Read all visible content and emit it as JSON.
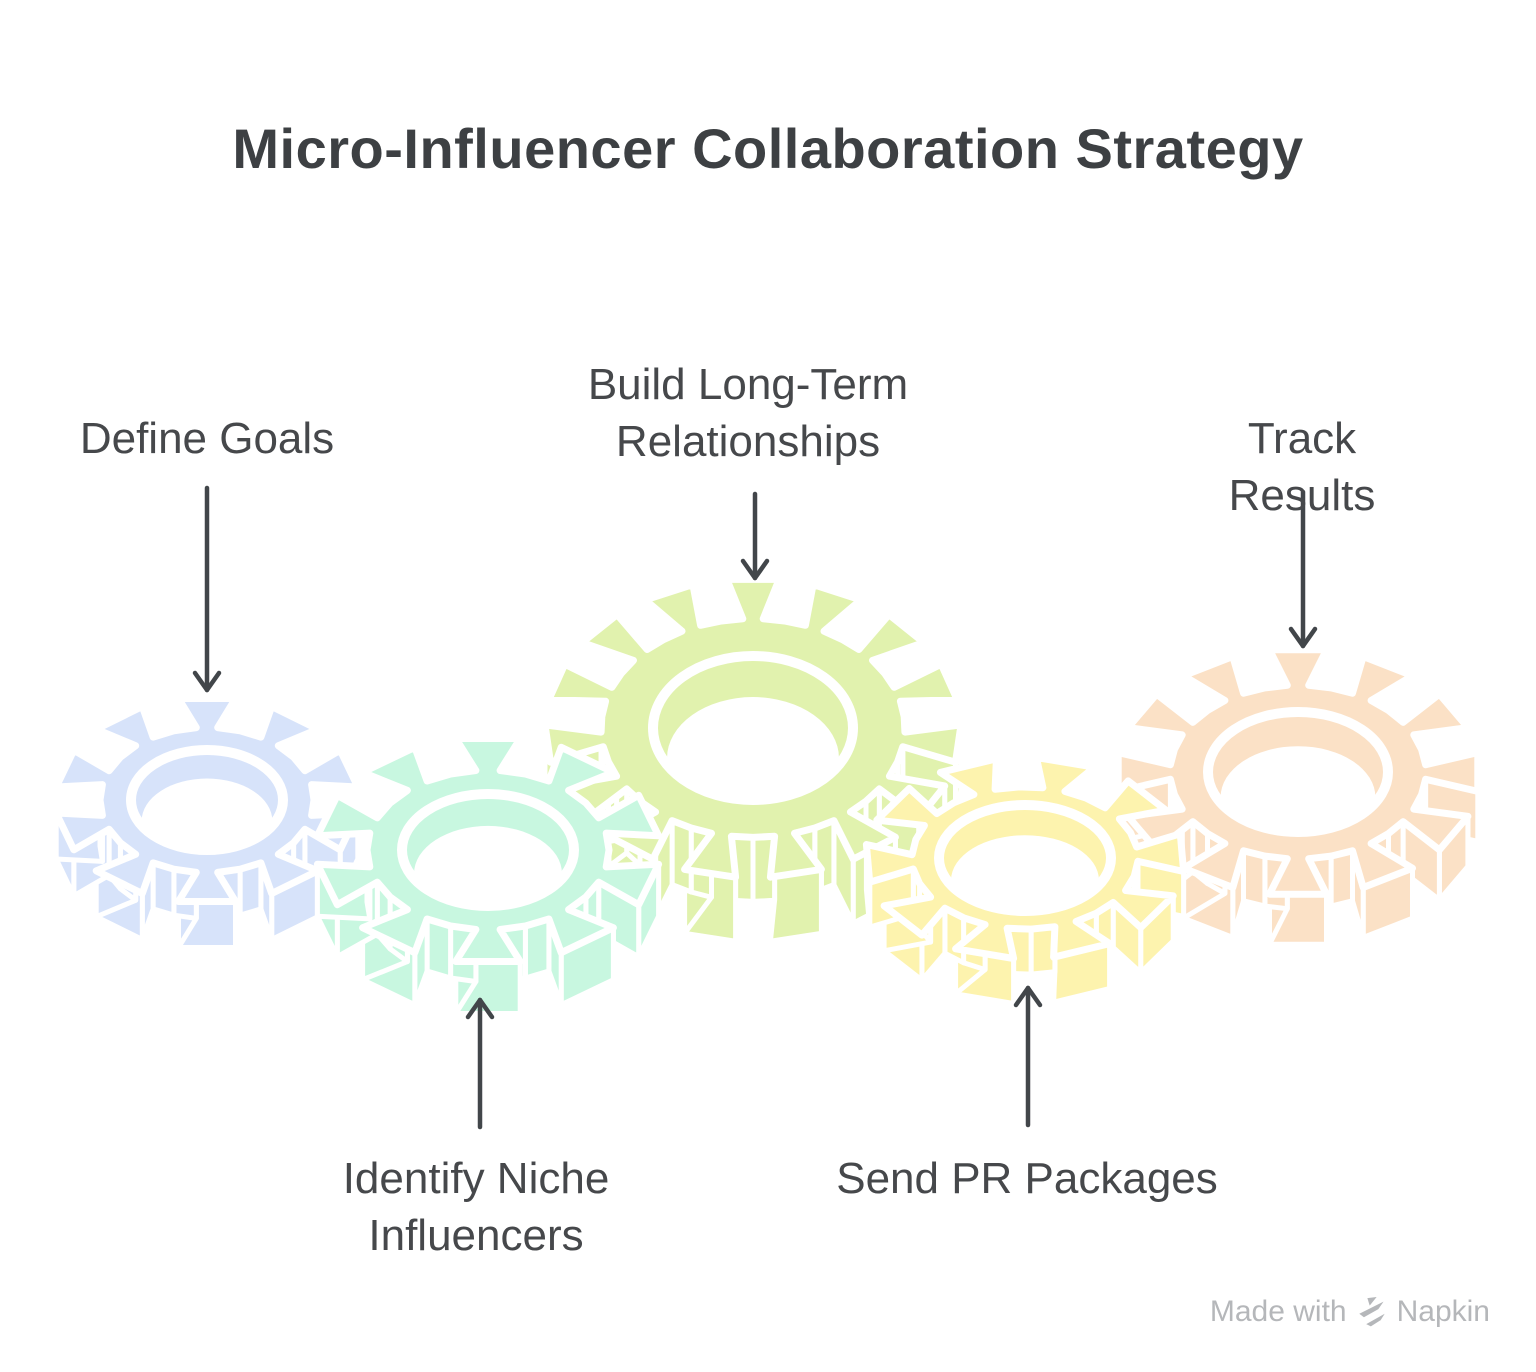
{
  "title": "Micro-Influencer Collaboration Strategy",
  "steps": [
    {
      "id": "define-goals",
      "label": "Define Goals",
      "arrow_direction": "down",
      "gear_color": "#d7e3fa"
    },
    {
      "id": "identify-niche-influencers",
      "label": "Identify Niche\nInfluencers",
      "arrow_direction": "up",
      "gear_color": "#c8f7e0"
    },
    {
      "id": "build-long-term-relationships",
      "label": "Build Long-Term\nRelationships",
      "arrow_direction": "down",
      "gear_color": "#e1f2ae"
    },
    {
      "id": "send-pr-packages",
      "label": "Send PR Packages",
      "arrow_direction": "up",
      "gear_color": "#fdf3ae"
    },
    {
      "id": "track-results",
      "label": "Track Results",
      "arrow_direction": "down",
      "gear_color": "#fbe1c6"
    }
  ],
  "footer": {
    "made_with": "Made with",
    "brand": "Napkin"
  },
  "colors": {
    "background": "#ffffff",
    "title_text": "#3d4043",
    "label_text": "#46484b",
    "arrow": "#42464a",
    "gear_outline": "#ffffff",
    "footer_text": "#b5b7ba"
  }
}
